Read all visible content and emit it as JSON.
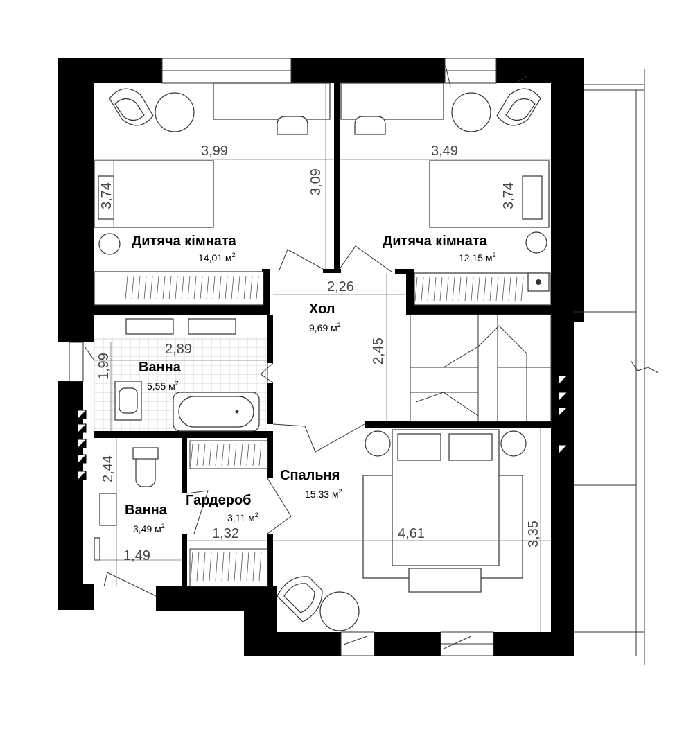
{
  "colors": {
    "wall": "#000000",
    "line": "#333333",
    "dimension": "#777777",
    "background": "#ffffff"
  },
  "rooms": {
    "kids_left": {
      "name": "Дитяча кімната",
      "area": "14,01 м",
      "width": "3,99",
      "height": "3,74",
      "inner": "3,09"
    },
    "kids_right": {
      "name": "Дитяча кімната",
      "area": "12,15 м",
      "width": "3,49",
      "height": "3,74"
    },
    "hall": {
      "name": "Хол",
      "area": "9,69 м",
      "width": "2,26",
      "height": "2,45"
    },
    "bath_big": {
      "name": "Ванна",
      "area": "5,55 м",
      "width": "2,89",
      "height": "1,99"
    },
    "bath_small": {
      "name": "Ванна",
      "area": "3,49 м",
      "width": "1,49",
      "height": "2,44"
    },
    "wardrobe": {
      "name": "Гардероб",
      "area": "3,11 м",
      "width": "1,32"
    },
    "bedroom": {
      "name": "Спальня",
      "area": "15,33 м",
      "width": "4,61",
      "height": "3,35"
    }
  },
  "area_unit_exponent": "2"
}
